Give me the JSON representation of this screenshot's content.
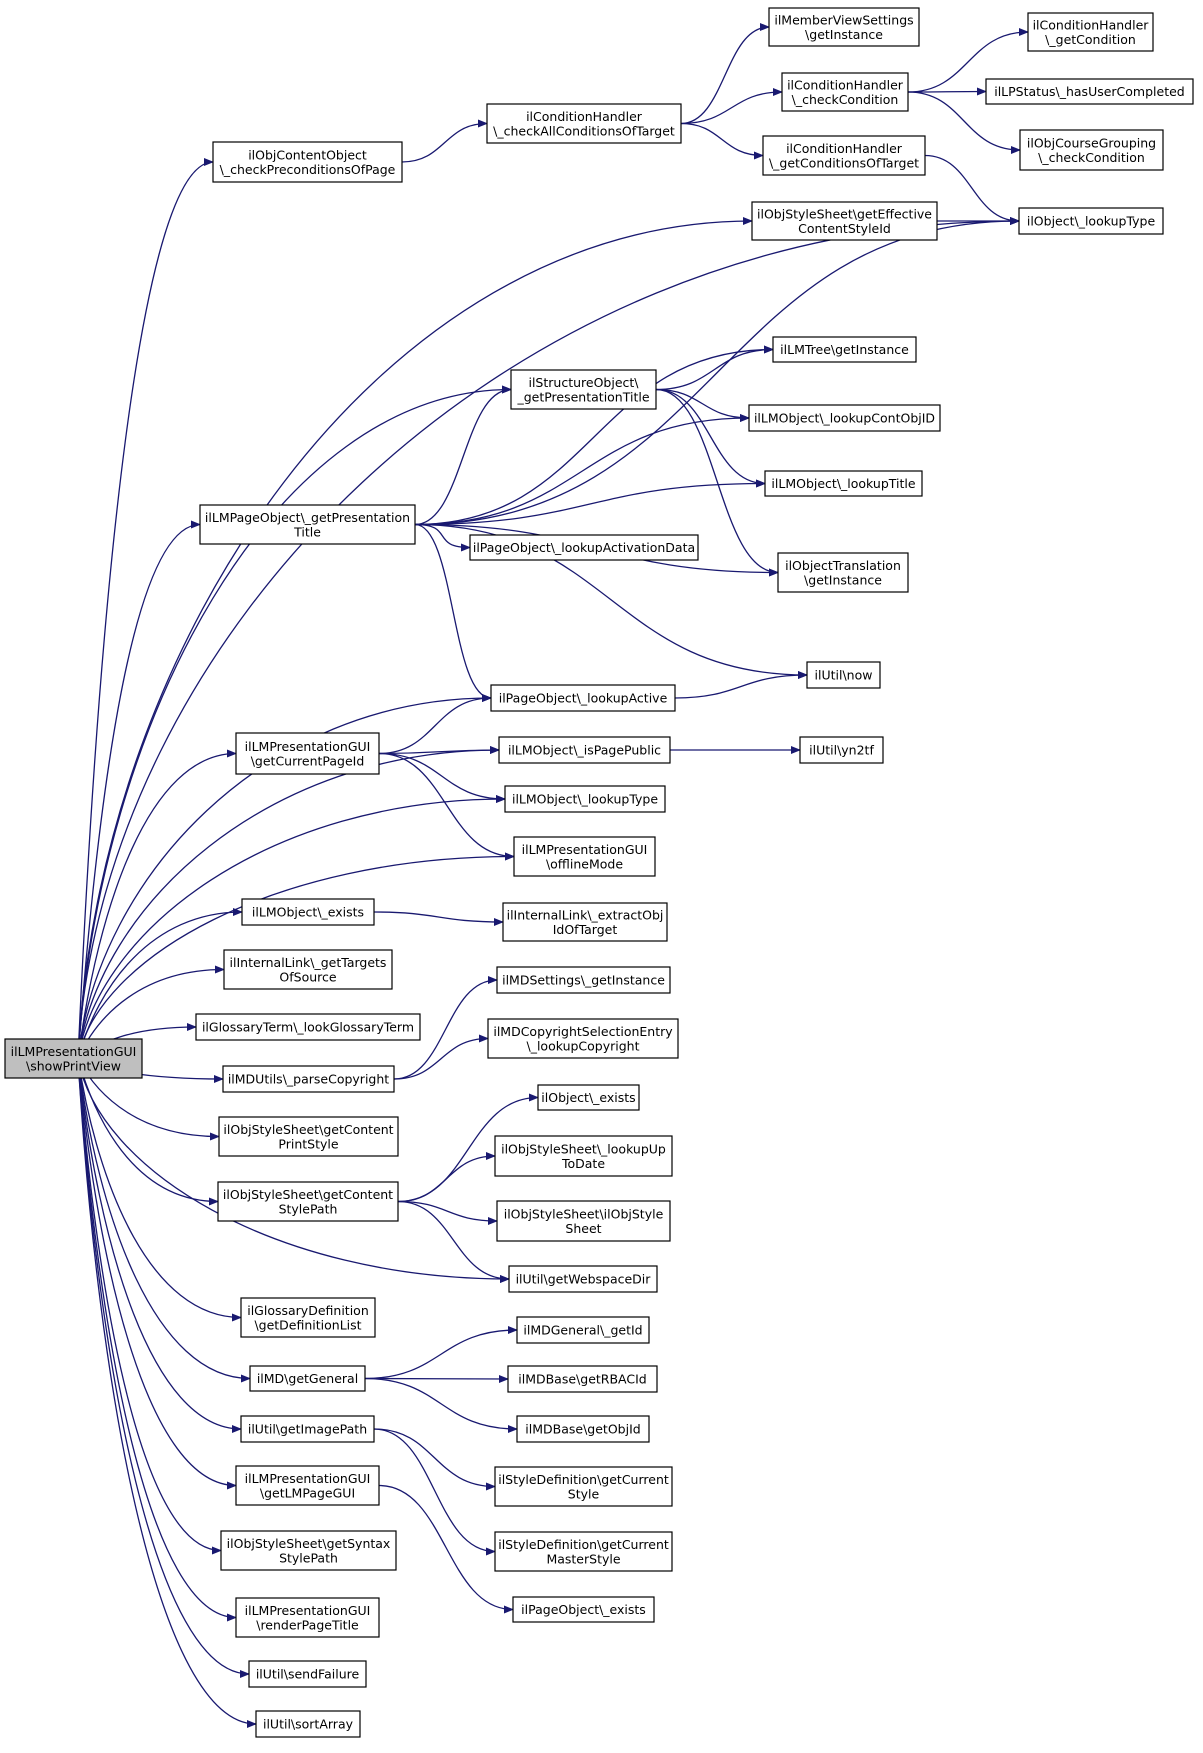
{
  "diagram": {
    "edge_color": "#191970",
    "nodes": [
      {
        "id": "root",
        "lines": [
          "ilLMPresentationGUI",
          "\\showPrintView"
        ],
        "highlight": true
      },
      {
        "id": "n1",
        "lines": [
          "ilObjContentObject",
          "\\_checkPreconditionsOfPage"
        ]
      },
      {
        "id": "n2",
        "lines": [
          "ilConditionHandler",
          "\\_checkAllConditionsOfTarget"
        ]
      },
      {
        "id": "n3",
        "lines": [
          "ilMemberViewSettings",
          "\\getInstance"
        ]
      },
      {
        "id": "n4",
        "lines": [
          "ilConditionHandler",
          "\\_checkCondition"
        ]
      },
      {
        "id": "n5",
        "lines": [
          "ilConditionHandler",
          "\\_getCondition"
        ]
      },
      {
        "id": "n6",
        "lines": [
          "ilLPStatus\\_hasUserCompleted"
        ]
      },
      {
        "id": "n7",
        "lines": [
          "ilObjCourseGrouping",
          "\\_checkCondition"
        ]
      },
      {
        "id": "n8",
        "lines": [
          "ilConditionHandler",
          "\\_getConditionsOfTarget"
        ]
      },
      {
        "id": "n9",
        "lines": [
          "ilObject\\_lookupType"
        ]
      },
      {
        "id": "n10",
        "lines": [
          "ilObjStyleSheet\\getEffective",
          "ContentStyleId"
        ]
      },
      {
        "id": "n11",
        "lines": [
          "ilLMTree\\getInstance"
        ]
      },
      {
        "id": "n12",
        "lines": [
          "ilStructureObject\\",
          "_getPresentationTitle"
        ]
      },
      {
        "id": "n13",
        "lines": [
          "ilLMObject\\_lookupContObjID"
        ]
      },
      {
        "id": "n14",
        "lines": [
          "ilLMObject\\_lookupTitle"
        ]
      },
      {
        "id": "n15",
        "lines": [
          "ilLMPageObject\\_getPresentation",
          "Title"
        ]
      },
      {
        "id": "n16",
        "lines": [
          "ilPageObject\\_lookupActivationData"
        ]
      },
      {
        "id": "n17",
        "lines": [
          "ilObjectTranslation",
          "\\getInstance"
        ]
      },
      {
        "id": "n18",
        "lines": [
          "ilUtil\\now"
        ]
      },
      {
        "id": "n19",
        "lines": [
          "ilPageObject\\_lookupActive"
        ]
      },
      {
        "id": "n20",
        "lines": [
          "ilLMPresentationGUI",
          "\\getCurrentPageId"
        ]
      },
      {
        "id": "n21",
        "lines": [
          "ilLMObject\\_isPagePublic"
        ]
      },
      {
        "id": "n22",
        "lines": [
          "ilUtil\\yn2tf"
        ]
      },
      {
        "id": "n23",
        "lines": [
          "ilLMObject\\_lookupType"
        ]
      },
      {
        "id": "n24",
        "lines": [
          "ilLMPresentationGUI",
          "\\offlineMode"
        ]
      },
      {
        "id": "n25",
        "lines": [
          "ilLMObject\\_exists"
        ]
      },
      {
        "id": "n26",
        "lines": [
          "ilInternalLink\\_extractObj",
          "IdOfTarget"
        ]
      },
      {
        "id": "n27",
        "lines": [
          "ilInternalLink\\_getTargets",
          "OfSource"
        ]
      },
      {
        "id": "n28",
        "lines": [
          "ilMDSettings\\_getInstance"
        ]
      },
      {
        "id": "n29",
        "lines": [
          "ilGlossaryTerm\\_lookGlossaryTerm"
        ]
      },
      {
        "id": "n30",
        "lines": [
          "ilMDCopyrightSelectionEntry",
          "\\_lookupCopyright"
        ]
      },
      {
        "id": "n31",
        "lines": [
          "ilMDUtils\\_parseCopyright"
        ]
      },
      {
        "id": "n32",
        "lines": [
          "ilObject\\_exists"
        ]
      },
      {
        "id": "n33",
        "lines": [
          "ilObjStyleSheet\\getContent",
          "PrintStyle"
        ]
      },
      {
        "id": "n34",
        "lines": [
          "ilObjStyleSheet\\_lookupUp",
          "ToDate"
        ]
      },
      {
        "id": "n35",
        "lines": [
          "ilObjStyleSheet\\getContent",
          "StylePath"
        ]
      },
      {
        "id": "n36",
        "lines": [
          "ilObjStyleSheet\\ilObjStyle",
          "Sheet"
        ]
      },
      {
        "id": "n37",
        "lines": [
          "ilUtil\\getWebspaceDir"
        ]
      },
      {
        "id": "n38",
        "lines": [
          "ilGlossaryDefinition",
          "\\getDefinitionList"
        ]
      },
      {
        "id": "n39",
        "lines": [
          "ilMDGeneral\\_getId"
        ]
      },
      {
        "id": "n40",
        "lines": [
          "ilMD\\getGeneral"
        ]
      },
      {
        "id": "n41",
        "lines": [
          "ilMDBase\\getRBACId"
        ]
      },
      {
        "id": "n42",
        "lines": [
          "ilUtil\\getImagePath"
        ]
      },
      {
        "id": "n43",
        "lines": [
          "ilMDBase\\getObjId"
        ]
      },
      {
        "id": "n44",
        "lines": [
          "ilLMPresentationGUI",
          "\\getLMPageGUI"
        ]
      },
      {
        "id": "n45",
        "lines": [
          "ilStyleDefinition\\getCurrent",
          "Style"
        ]
      },
      {
        "id": "n46",
        "lines": [
          "ilObjStyleSheet\\getSyntax",
          "StylePath"
        ]
      },
      {
        "id": "n47",
        "lines": [
          "ilStyleDefinition\\getCurrent",
          "MasterStyle"
        ]
      },
      {
        "id": "n48",
        "lines": [
          "ilPageObject\\_exists"
        ]
      },
      {
        "id": "n49",
        "lines": [
          "ilLMPresentationGUI",
          "\\renderPageTitle"
        ]
      },
      {
        "id": "n50",
        "lines": [
          "ilUtil\\sendFailure"
        ]
      },
      {
        "id": "n51",
        "lines": [
          "ilUtil\\sortArray"
        ]
      }
    ],
    "edges": [
      [
        "root",
        "n1"
      ],
      [
        "root",
        "n10"
      ],
      [
        "root",
        "n9"
      ],
      [
        "root",
        "n12"
      ],
      [
        "root",
        "n15"
      ],
      [
        "root",
        "n19"
      ],
      [
        "root",
        "n20"
      ],
      [
        "root",
        "n21"
      ],
      [
        "root",
        "n23"
      ],
      [
        "root",
        "n24"
      ],
      [
        "root",
        "n25"
      ],
      [
        "root",
        "n27"
      ],
      [
        "root",
        "n29"
      ],
      [
        "root",
        "n31"
      ],
      [
        "root",
        "n33"
      ],
      [
        "root",
        "n35"
      ],
      [
        "root",
        "n37"
      ],
      [
        "root",
        "n38"
      ],
      [
        "root",
        "n40"
      ],
      [
        "root",
        "n42"
      ],
      [
        "root",
        "n44"
      ],
      [
        "root",
        "n46"
      ],
      [
        "root",
        "n49"
      ],
      [
        "root",
        "n50"
      ],
      [
        "root",
        "n51"
      ],
      [
        "n1",
        "n2"
      ],
      [
        "n2",
        "n3"
      ],
      [
        "n2",
        "n4"
      ],
      [
        "n2",
        "n8"
      ],
      [
        "n4",
        "n5"
      ],
      [
        "n4",
        "n6"
      ],
      [
        "n4",
        "n7"
      ],
      [
        "n8",
        "n9"
      ],
      [
        "n10",
        "n9"
      ],
      [
        "n12",
        "n11"
      ],
      [
        "n12",
        "n13"
      ],
      [
        "n12",
        "n14"
      ],
      [
        "n12",
        "n17"
      ],
      [
        "n15",
        "n9"
      ],
      [
        "n15",
        "n11"
      ],
      [
        "n15",
        "n12"
      ],
      [
        "n15",
        "n13"
      ],
      [
        "n15",
        "n14"
      ],
      [
        "n15",
        "n16"
      ],
      [
        "n15",
        "n17"
      ],
      [
        "n15",
        "n18"
      ],
      [
        "n15",
        "n19"
      ],
      [
        "n19",
        "n18"
      ],
      [
        "n20",
        "n19"
      ],
      [
        "n20",
        "n21"
      ],
      [
        "n20",
        "n23"
      ],
      [
        "n20",
        "n24"
      ],
      [
        "n21",
        "n22"
      ],
      [
        "n25",
        "n26"
      ],
      [
        "n31",
        "n28"
      ],
      [
        "n31",
        "n30"
      ],
      [
        "n35",
        "n32"
      ],
      [
        "n35",
        "n34"
      ],
      [
        "n35",
        "n36"
      ],
      [
        "n35",
        "n37"
      ],
      [
        "n40",
        "n39"
      ],
      [
        "n40",
        "n41"
      ],
      [
        "n40",
        "n43"
      ],
      [
        "n42",
        "n45"
      ],
      [
        "n42",
        "n47"
      ],
      [
        "n44",
        "n48"
      ]
    ]
  }
}
